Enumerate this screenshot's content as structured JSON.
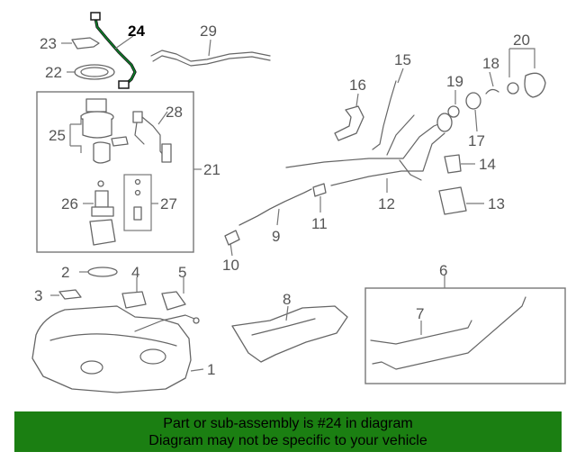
{
  "diagram": {
    "highlight_color": "#1b7f12",
    "highlighted_part": "24",
    "callouts": [
      "1",
      "2",
      "3",
      "4",
      "5",
      "6",
      "7",
      "8",
      "9",
      "10",
      "11",
      "12",
      "13",
      "14",
      "15",
      "16",
      "17",
      "18",
      "19",
      "20",
      "21",
      "22",
      "23",
      "24",
      "25",
      "26",
      "27",
      "28",
      "29"
    ]
  },
  "banner": {
    "line1": "Part or sub-assembly is #24 in diagram",
    "line2": "Diagram may not be specific to your vehicle"
  }
}
